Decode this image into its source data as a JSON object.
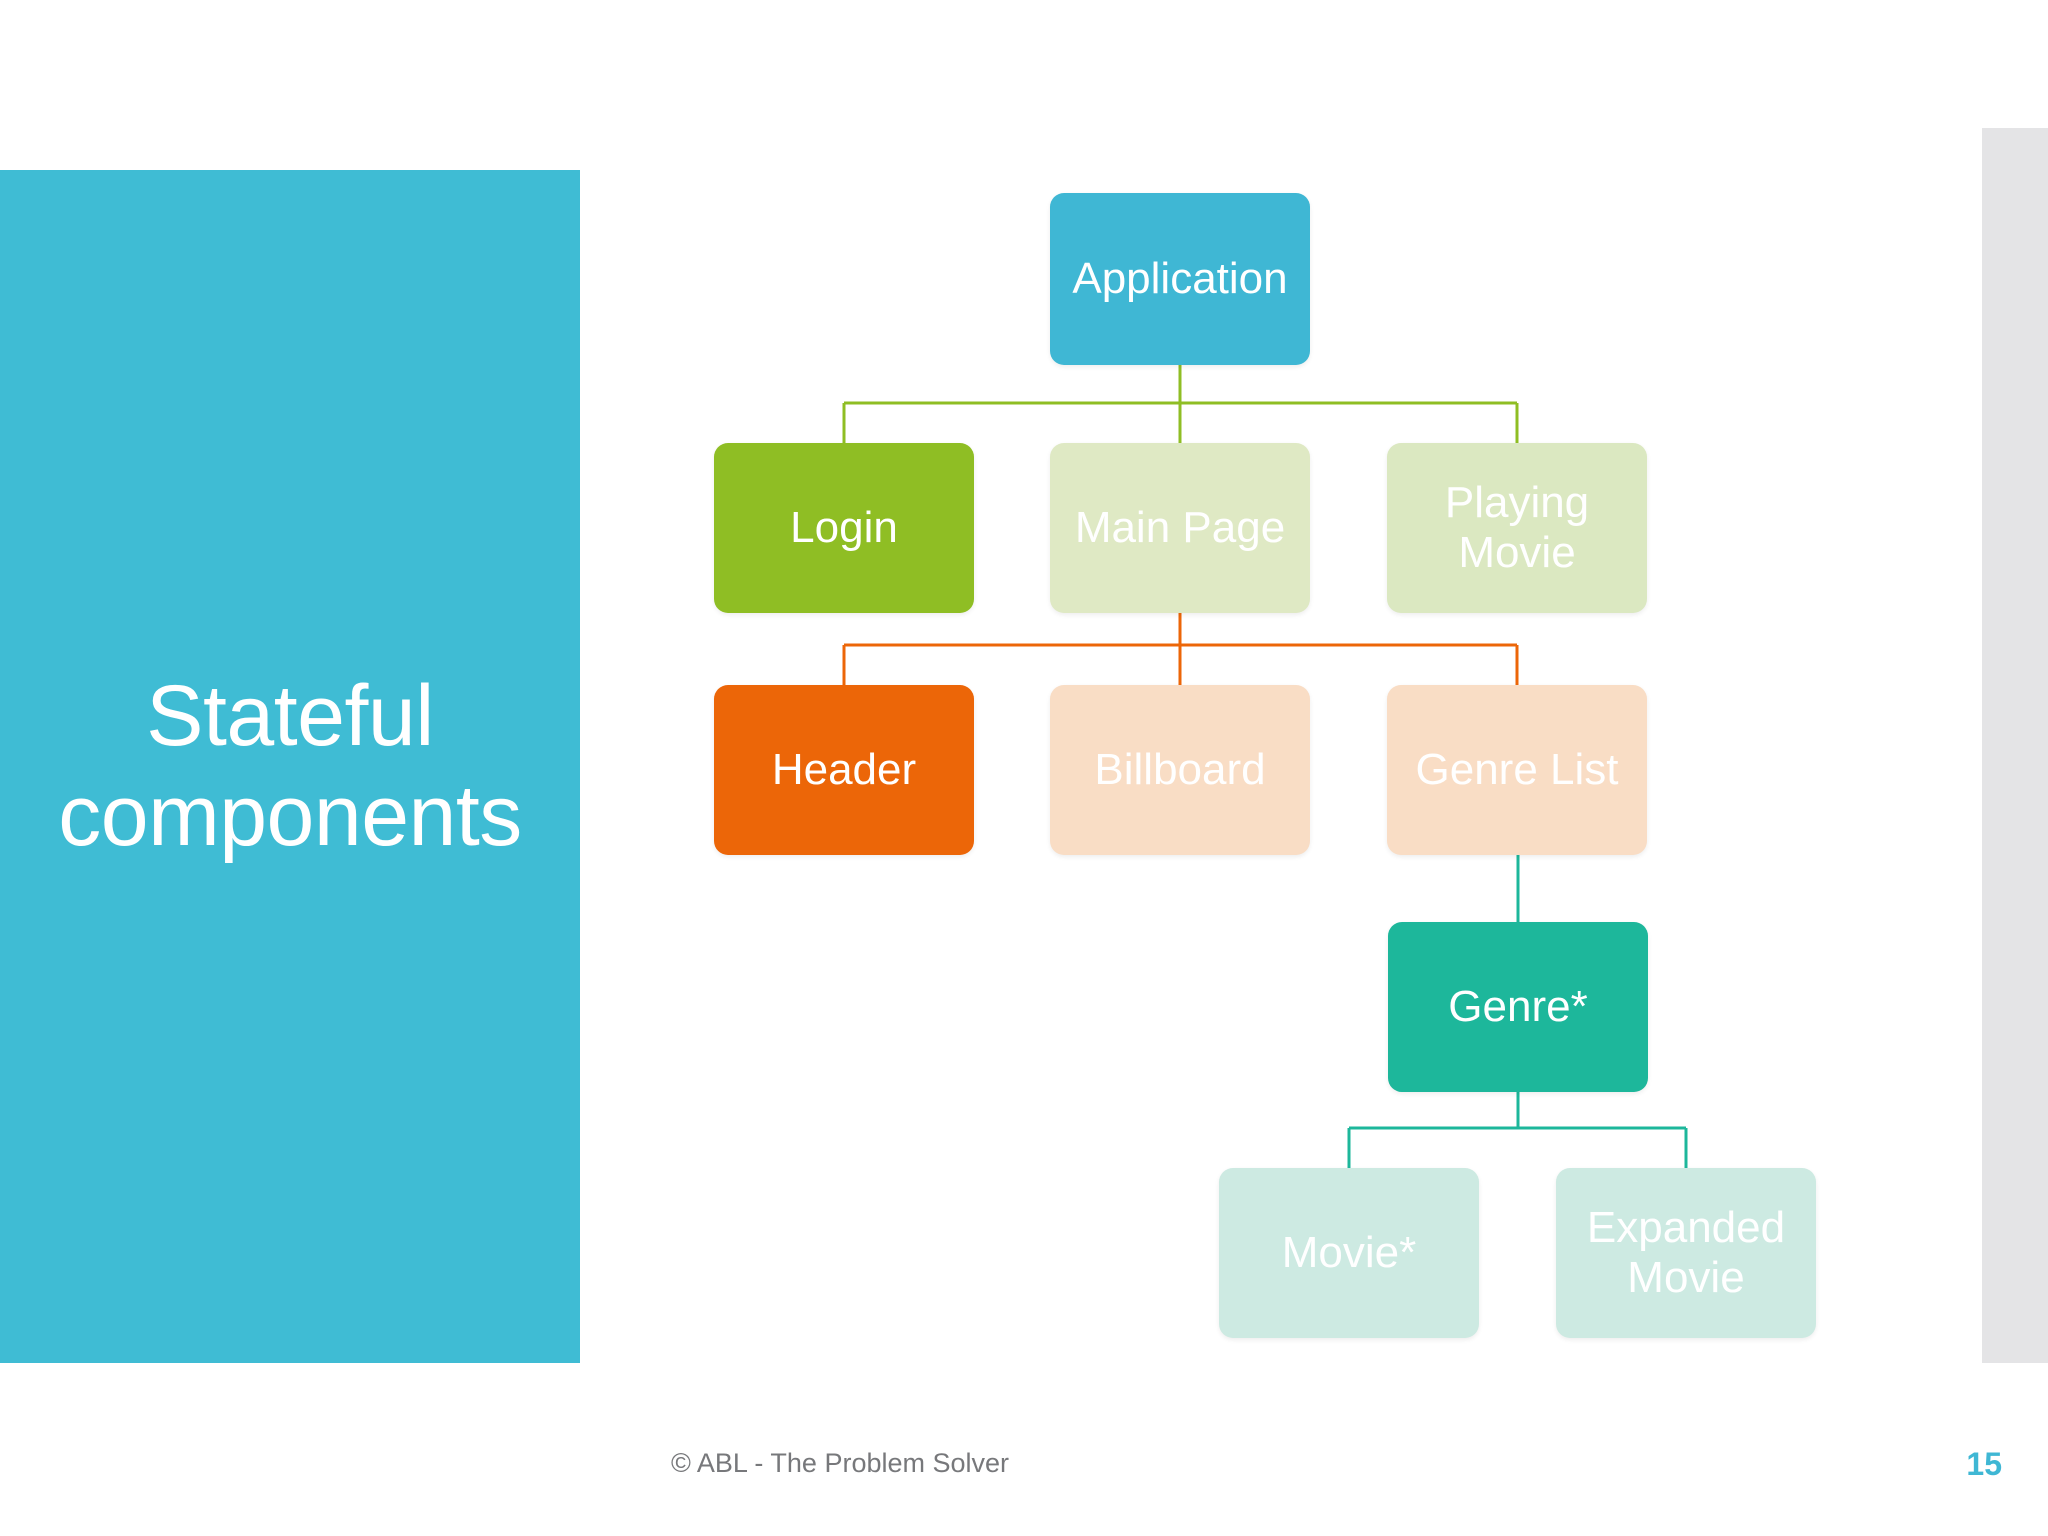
{
  "slide": {
    "title": "Stateful\ncomponents",
    "title_line1": "Stateful",
    "title_line2": "components",
    "footer": "© ABL - The Problem Solver",
    "page_number": "15",
    "colors": {
      "panel_blue": "#3fbcd4",
      "accent_blue": "#3fb7d4",
      "green_strong": "#8fbe24",
      "green_pale": "#dfe9c4",
      "orange_strong": "#ec6608",
      "orange_pale": "#f9ddc5",
      "teal_strong": "#1db79b",
      "teal_pale": "#cdeae2",
      "grey_bar": "#e4e4e6",
      "footer_text": "#77787b"
    }
  },
  "diagram": {
    "type": "tree",
    "nodes": [
      {
        "id": "application",
        "label": "Application",
        "level": 0,
        "fill": "#3fb7d4",
        "state": "stateful"
      },
      {
        "id": "login",
        "label": "Login",
        "level": 1,
        "fill": "#8fbe24",
        "state": "stateful"
      },
      {
        "id": "main_page",
        "label": "Main Page",
        "level": 1,
        "fill": "#dfe9c4",
        "state": "stateless"
      },
      {
        "id": "playing_movie",
        "label": "Playing\nMovie",
        "level": 1,
        "fill": "#dbe8c1",
        "state": "stateless"
      },
      {
        "id": "header",
        "label": "Header",
        "level": 2,
        "fill": "#ec6608",
        "state": "stateful"
      },
      {
        "id": "billboard",
        "label": "Billboard",
        "level": 2,
        "fill": "#f9ddc5",
        "state": "stateless"
      },
      {
        "id": "genre_list",
        "label": "Genre List",
        "level": 2,
        "fill": "#f9ddc5",
        "state": "stateless"
      },
      {
        "id": "genre",
        "label": "Genre*",
        "level": 3,
        "fill": "#1db79b",
        "state": "stateful"
      },
      {
        "id": "movie",
        "label": "Movie*",
        "level": 4,
        "fill": "#cdeae2",
        "state": "stateless"
      },
      {
        "id": "expanded_movie",
        "label": "Expanded\nMovie",
        "level": 4,
        "fill": "#cdeae2",
        "state": "stateless"
      }
    ],
    "edges": [
      {
        "from": "application",
        "to": "login",
        "color": "#8fbe24"
      },
      {
        "from": "application",
        "to": "main_page",
        "color": "#8fbe24"
      },
      {
        "from": "application",
        "to": "playing_movie",
        "color": "#8fbe24"
      },
      {
        "from": "main_page",
        "to": "header",
        "color": "#ec6608"
      },
      {
        "from": "main_page",
        "to": "billboard",
        "color": "#ec6608"
      },
      {
        "from": "main_page",
        "to": "genre_list",
        "color": "#ec6608"
      },
      {
        "from": "genre_list",
        "to": "genre",
        "color": "#1db79b"
      },
      {
        "from": "genre",
        "to": "movie",
        "color": "#1db79b"
      },
      {
        "from": "genre",
        "to": "expanded_movie",
        "color": "#1db79b"
      }
    ],
    "node_labels": {
      "application": "Application",
      "login": "Login",
      "main_page": "Main Page",
      "playing_movie_line1": "Playing",
      "playing_movie_line2": "Movie",
      "header": "Header",
      "billboard": "Billboard",
      "genre_list": "Genre List",
      "genre": "Genre*",
      "movie": "Movie*",
      "expanded_movie_line1": "Expanded",
      "expanded_movie_line2": "Movie"
    }
  }
}
